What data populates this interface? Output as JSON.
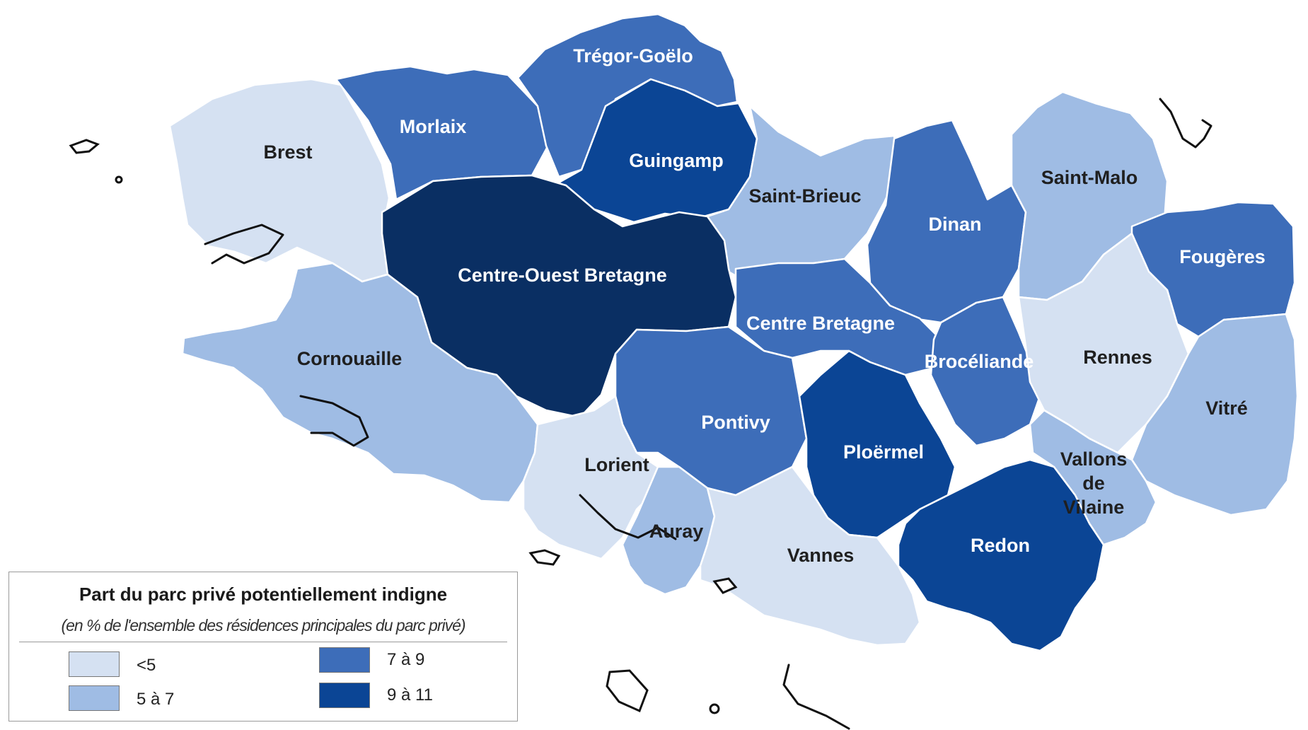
{
  "classes": [
    {
      "label": "<5",
      "color": "#d5e1f2"
    },
    {
      "label": "5 à 7",
      "color": "#9fbce4"
    },
    {
      "label": "7 à 9",
      "color": "#3d6db9"
    },
    {
      "label": "9 à 11",
      "color": "#0b4595"
    }
  ],
  "extra_color": "#0a2f63",
  "legend": {
    "title": "Part du parc privé potentiellement indigne",
    "subtitle": "(en % de l'ensemble des résidences principales du parc privé)"
  },
  "regions": [
    {
      "name": "Brest",
      "class": 0
    },
    {
      "name": "Morlaix",
      "class": 2
    },
    {
      "name": "Trégor-Goëlo",
      "class": 2
    },
    {
      "name": "Guingamp",
      "class": 3
    },
    {
      "name": "Saint-Brieuc",
      "class": 1
    },
    {
      "name": "Dinan",
      "class": 2
    },
    {
      "name": "Saint-Malo",
      "class": 1
    },
    {
      "name": "Fougères",
      "class": 2
    },
    {
      "name": "Centre-Ouest Bretagne",
      "class": 4
    },
    {
      "name": "Centre Bretagne",
      "class": 2
    },
    {
      "name": "Cornouaille",
      "class": 1
    },
    {
      "name": "Pontivy",
      "class": 2
    },
    {
      "name": "Brocéliande",
      "class": 2
    },
    {
      "name": "Rennes",
      "class": 0
    },
    {
      "name": "Vitré",
      "class": 1
    },
    {
      "name": "Ploërmel",
      "class": 3
    },
    {
      "name": "Lorient",
      "class": 0
    },
    {
      "name": "Auray",
      "class": 1
    },
    {
      "name": "Vannes",
      "class": 0
    },
    {
      "name": "Redon",
      "class": 3
    },
    {
      "name": "Vallons de Vilaine",
      "class": 1
    }
  ]
}
